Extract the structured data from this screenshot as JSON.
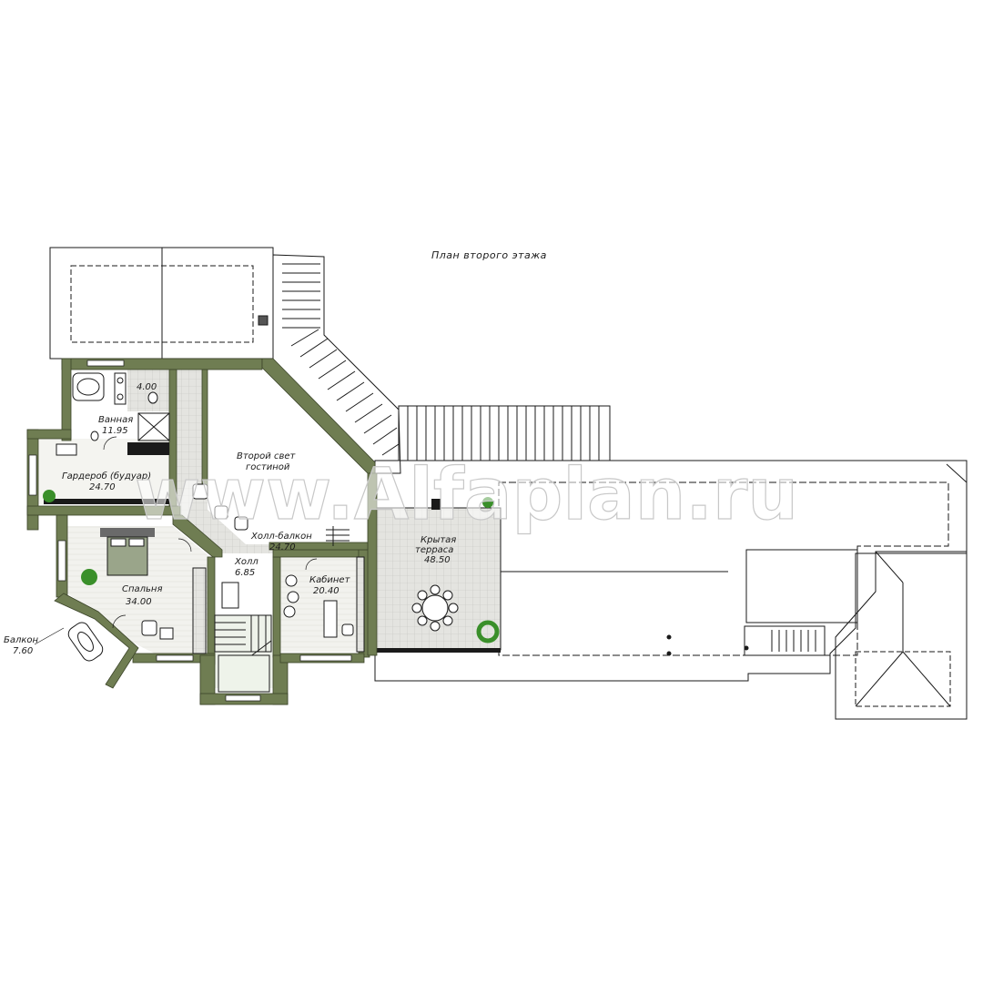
{
  "title": "План второго этажа",
  "watermark": "www.Alfaplan.ru",
  "rooms": {
    "bath": {
      "name": "Ванная",
      "area": "11.95"
    },
    "wc": {
      "area": "4.00"
    },
    "wardrobe": {
      "name": "Гардероб (будуар)",
      "area": "24.70"
    },
    "second_light": {
      "line1": "Второй свет",
      "line2": "гостиной"
    },
    "hall_balcony": {
      "name": "Холл-балкон",
      "area": "24.70"
    },
    "hall": {
      "name": "Холл",
      "area": "6.85"
    },
    "cabinet": {
      "name": "Кабинет",
      "area": "20.40"
    },
    "bedroom": {
      "name": "Спальня",
      "area": "34.00"
    },
    "balcony": {
      "name": "Балкон",
      "area": "7.60"
    },
    "terrace": {
      "line1": "Крытая",
      "line2": "терраса",
      "area": "48.50"
    }
  },
  "colors": {
    "wall": "#6f7d52",
    "tile": "#dcdcd8",
    "floor_light": "#f1f1ed",
    "plant": "#3a8f2a",
    "line": "#1a1a1a"
  }
}
